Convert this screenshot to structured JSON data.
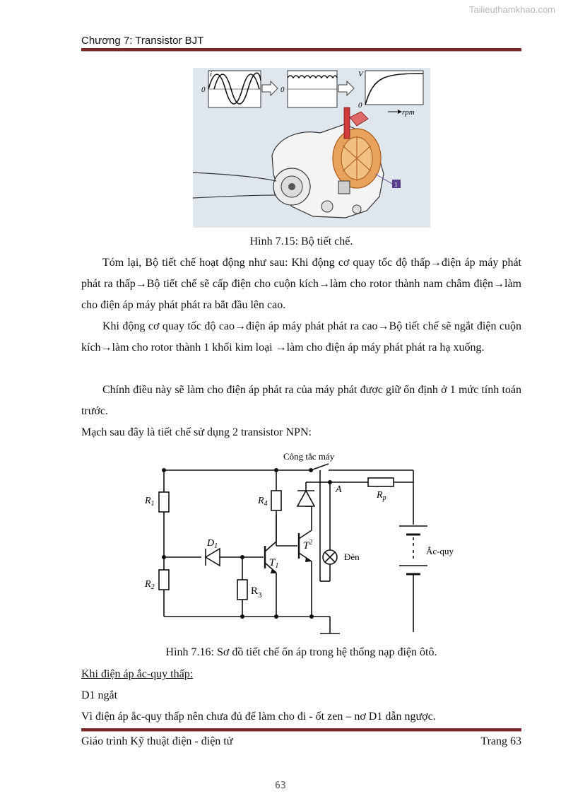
{
  "watermark": "Tailieuthamkhao.com",
  "header": {
    "chapter": "Chương 7: Transistor BJT"
  },
  "figure1": {
    "caption": "Hình 7.15: Bộ tiết chế.",
    "graph_zero_1": "0",
    "graph_zero_2": "0",
    "graph_zero_3": "0",
    "graph_i": "i",
    "graph_v": "V",
    "graph_rpm": "rpm",
    "callout": "1"
  },
  "paragraphs": {
    "p1": "Tóm lại, Bộ tiết chế hoạt động như sau: Khi động cơ quay tốc độ thấp→điện áp máy phát phát ra thấp→Bộ tiết chế sẽ cấp điện cho cuộn kích→làm cho rotor thành nam châm điện→làm cho điện áp máy phát phát ra bắt đầu lên cao.",
    "p2": "Khi động cơ quay tốc độ cao→điện áp máy phát phát ra cao→Bộ tiết chế sẽ ngắt điện cuộn kích→làm cho rotor thành 1 khối kim loại →làm cho điện áp máy phát phát ra hạ xuống.",
    "p3": "Chính điều này sẽ làm cho điện áp phát ra của máy phát được giữ ổn định ở 1 mức tính toán trước.",
    "p4": "Mạch sau đây là tiết chế sử dụng 2 transistor NPN:"
  },
  "circuit": {
    "switch_label": "Công tắc máy",
    "node_a": "A",
    "r1": "R",
    "r1_sub": "1",
    "r2": "R",
    "r2_sub": "2",
    "r3": "R",
    "r3_sub": "3",
    "r4": "R",
    "r4_sub": "4",
    "rp": "R",
    "rp_sub": "p",
    "d1": "D",
    "d1_sub": "1",
    "t1": "T",
    "t1_sub": "1",
    "t2": "T",
    "t2_sub": "2",
    "lamp": "Đèn",
    "battery": "Ắc-quy",
    "caption": "Hình 7.16: Sơ đồ tiết chế ổn áp trong hệ thống nạp điện ôtô."
  },
  "section": {
    "heading": "Khi điện áp ắc-quy thấp:",
    "line1": "D1 ngắt",
    "line2": "Vì điện áp ắc-quy thấp nên chưa đủ để làm cho đi - ốt zen – nơ D1 dẫn ngược."
  },
  "footer": {
    "left": "Giáo trình Kỹ thuật điện - điện tử",
    "right": "Trang 63",
    "page_number": "63"
  }
}
